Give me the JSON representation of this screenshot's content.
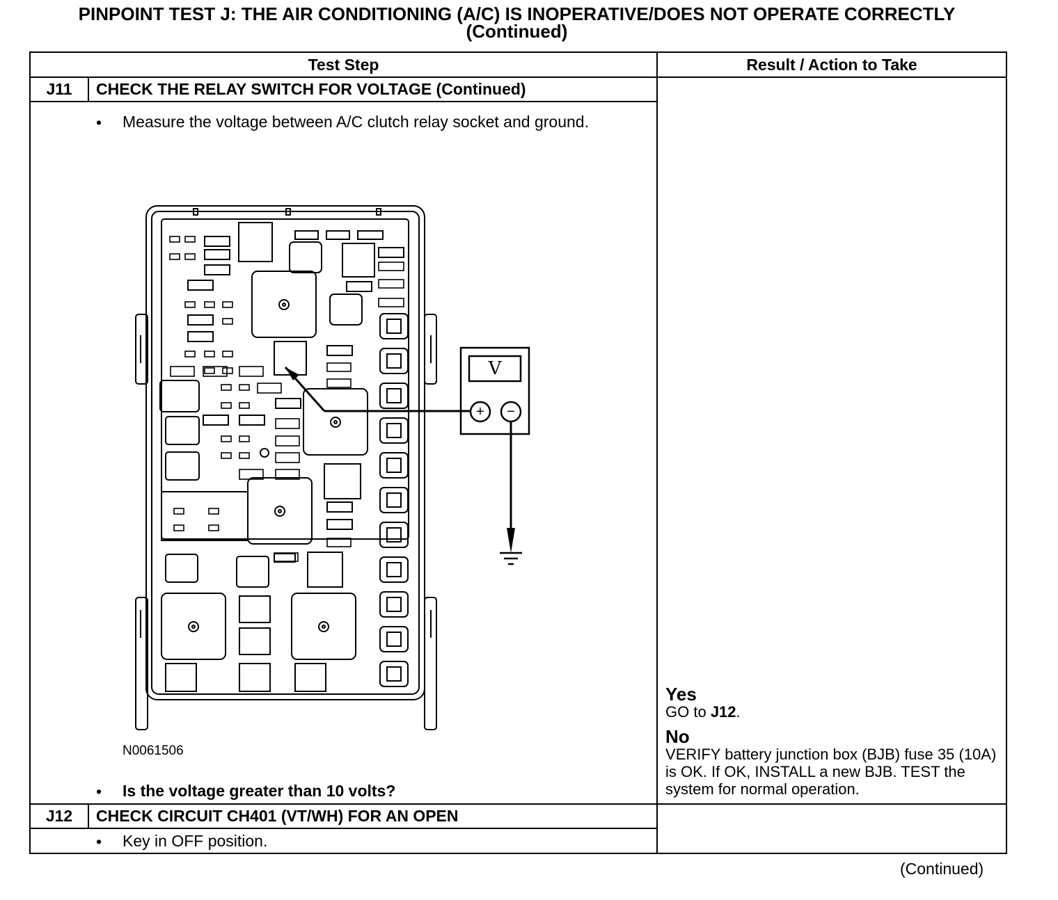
{
  "title": {
    "line1": "PINPOINT TEST J: THE AIR CONDITIONING (A/C) IS INOPERATIVE/DOES NOT OPERATE CORRECTLY",
    "line2": "(Continued)"
  },
  "table": {
    "col1_header": "Test Step",
    "col2_header": "Result / Action to Take"
  },
  "steps": [
    {
      "id": "J11",
      "title": "CHECK THE RELAY SWITCH FOR VOLTAGE (Continued)",
      "bullet1": "Measure the voltage between A/C clutch relay socket and ground.",
      "figure_id": "N0061506",
      "question": "Is the voltage greater than 10 volts?",
      "result": {
        "yes_label": "Yes",
        "yes_text_pre": "GO to ",
        "yes_text_bold": "J12",
        "yes_text_post": ".",
        "no_label": "No",
        "no_text": "VERIFY battery junction box (BJB) fuse 35 (10A) is OK. If OK, INSTALL a new BJB. TEST the system for normal operation."
      }
    },
    {
      "id": "J12",
      "title": "CHECK CIRCUIT CH401 (VT/WH) FOR AN OPEN",
      "bullet1": "Key in OFF position."
    }
  ],
  "figure": {
    "meter_symbol": "V",
    "plus": "+",
    "minus": "−",
    "bullet_glyph": "•"
  },
  "footer": {
    "continued": "(Continued)"
  }
}
